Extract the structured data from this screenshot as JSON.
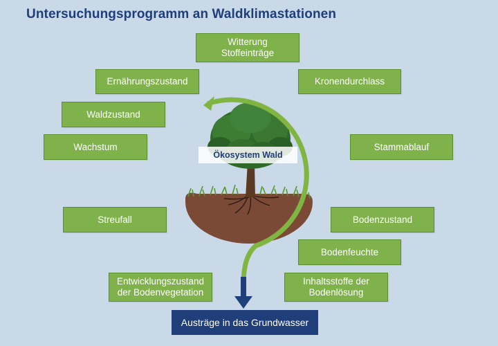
{
  "title": "Untersuchungsprogramm an Waldklimastationen",
  "center_label": "Ökosystem Wald",
  "output_label": "Austräge in das Grundwasser",
  "colors": {
    "background": "#c9d9e8",
    "box_fill": "#7fb24a",
    "box_border": "#5a8f2e",
    "navy": "#1f3e7a",
    "cycle_green": "#80b542"
  },
  "boxes": {
    "witterung": "Witterung\nStoffeinträge",
    "ernaehrung": "Ernährungszustand",
    "kronendurchlass": "Kronendurchlass",
    "waldzustand": "Waldzustand",
    "wachstum": "Wachstum",
    "stammablauf": "Stammablauf",
    "streufall": "Streufall",
    "bodenzustand": "Bodenzustand",
    "bodenfeuchte": "Bodenfeuchte",
    "entwicklung": "Entwicklungszustand\nder Bodenvegetation",
    "inhaltsstoffe": "Inhaltsstoffe der\nBodenlösung"
  }
}
